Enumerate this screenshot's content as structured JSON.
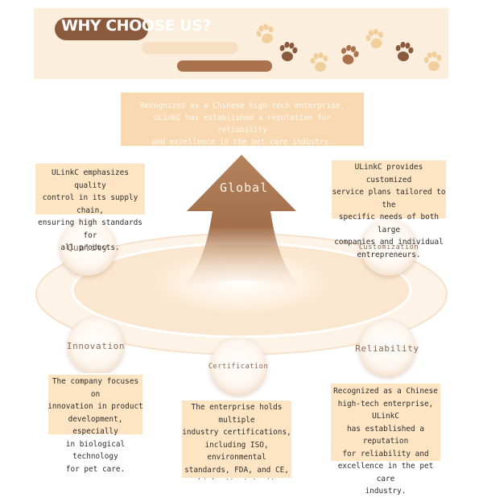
{
  "header": {
    "title": "WHY CHOOSE US?"
  },
  "intro": {
    "text": "Recognized as a Chinese high-tech enterprise,\nULinkC has established a reputation for reliability\nand excellence in the pet care industry."
  },
  "center": {
    "label": "Global"
  },
  "features": {
    "quality": {
      "label": "Quality",
      "text": "ULinkC emphasizes quality\ncontrol in its supply chain,\nensuring high standards for\nall products."
    },
    "customization": {
      "label": "Customization",
      "text": "ULinkC provides customized\nservice plans tailored to the\nspecific needs of both large\ncompanies and individual\nentrepreneurs."
    },
    "innovation": {
      "label": "Innovation",
      "text": "The company focuses on\ninnovation in product\ndevelopment, especially\nin biological technology\nfor pet care."
    },
    "certification": {
      "label": "Certification",
      "text": "The enterprise holds multiple\nindustry certifications,\nincluding ISO, environmental\nstandards, FDA, and CE,\nwhich attest to its\ncommitment to safety and"
    },
    "reliability": {
      "label": "Reliability",
      "text": "Recognized as a Chinese\nhigh-tech enterprise, ULinkC\nhas established a reputation\nfor reliability and\nexcellence in the pet care\nindustry."
    }
  },
  "colors": {
    "brown_dark": "#8b5a3c",
    "brown_mid": "#a9714c",
    "tan_light": "#fde4c3",
    "cream": "#fbeedd"
  },
  "icons": [
    "paw-print-icon"
  ]
}
